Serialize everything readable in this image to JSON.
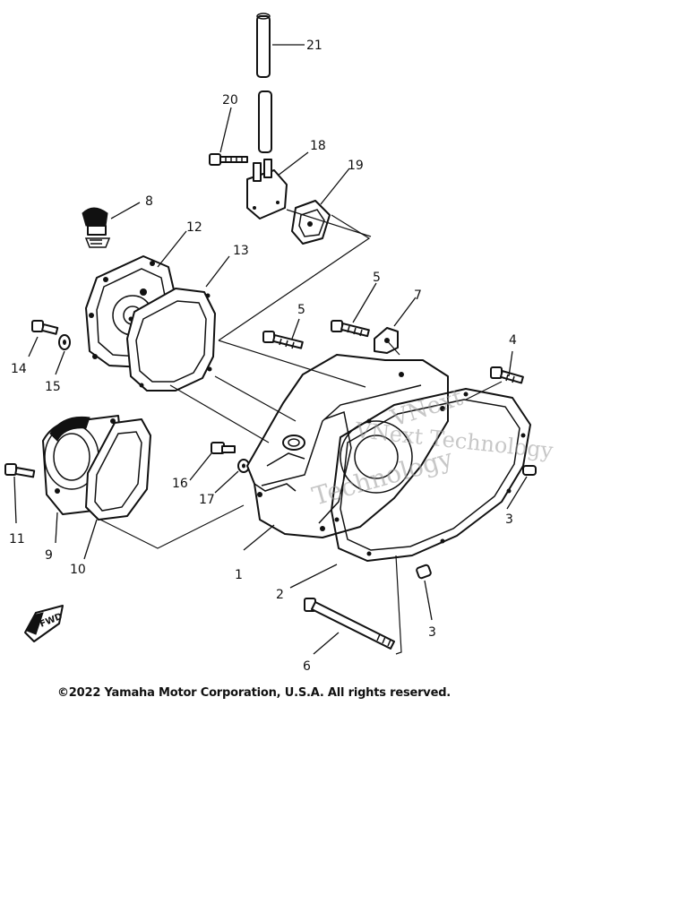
{
  "diagram": {
    "callouts": [
      {
        "id": "c21",
        "label": "21"
      },
      {
        "id": "c20",
        "label": "20"
      },
      {
        "id": "c18",
        "label": "18"
      },
      {
        "id": "c19",
        "label": "19"
      },
      {
        "id": "c8",
        "label": "8"
      },
      {
        "id": "c12",
        "label": "12"
      },
      {
        "id": "c13",
        "label": "13"
      },
      {
        "id": "c5a",
        "label": "5"
      },
      {
        "id": "c5b",
        "label": "5"
      },
      {
        "id": "c7",
        "label": "7"
      },
      {
        "id": "c4",
        "label": "4"
      },
      {
        "id": "c14",
        "label": "14"
      },
      {
        "id": "c15",
        "label": "15"
      },
      {
        "id": "c16",
        "label": "16"
      },
      {
        "id": "c17",
        "label": "17"
      },
      {
        "id": "c3a",
        "label": "3"
      },
      {
        "id": "c11",
        "label": "11"
      },
      {
        "id": "c9",
        "label": "9"
      },
      {
        "id": "c10",
        "label": "10"
      },
      {
        "id": "c1",
        "label": "1"
      },
      {
        "id": "c2",
        "label": "2"
      },
      {
        "id": "c3b",
        "label": "3"
      },
      {
        "id": "c6",
        "label": "6"
      }
    ],
    "fwd_label": "FWD",
    "watermark_lines": [
      "VNext",
      "VNext Technology",
      "Technology"
    ]
  },
  "footer": {
    "copyright": "©2022 Yamaha Motor Corporation, U.S.A. All rights reserved."
  },
  "colors": {
    "ink": "#111111",
    "paper": "#ffffff",
    "watermark": "#9a9a9a"
  }
}
